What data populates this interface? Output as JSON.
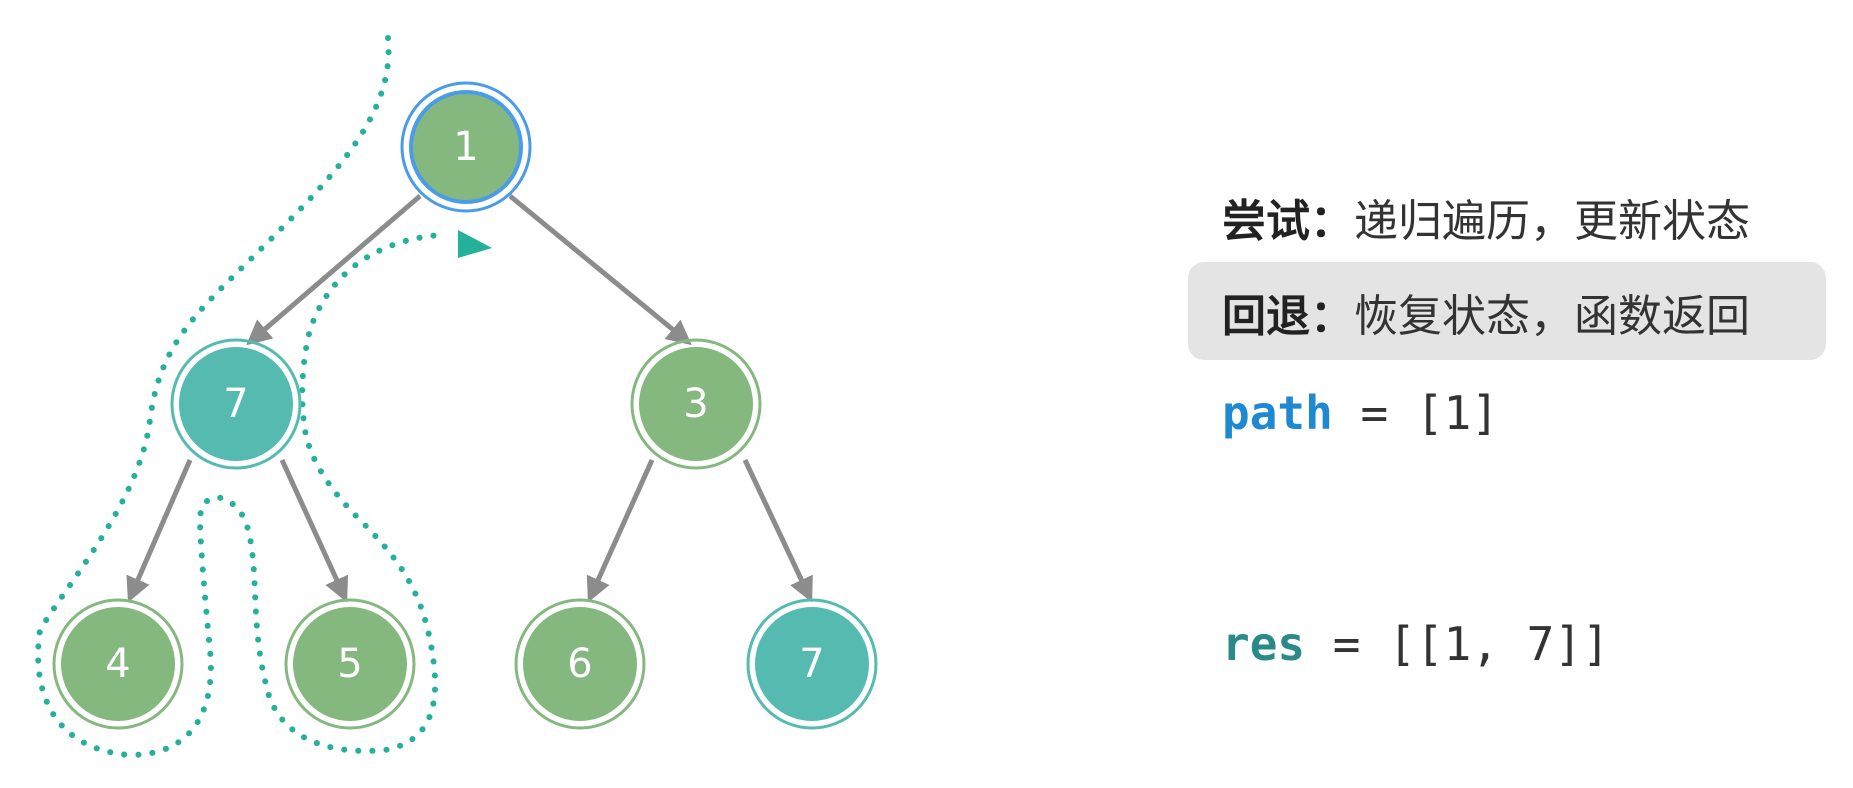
{
  "tree": {
    "nodes": [
      {
        "id": "root",
        "value": "1",
        "state": "current",
        "fill": "#85b87f"
      },
      {
        "id": "l",
        "value": "7",
        "state": "selected",
        "fill": "#55bbb0"
      },
      {
        "id": "r",
        "value": "3",
        "state": "normal",
        "fill": "#85b87f"
      },
      {
        "id": "ll",
        "value": "4",
        "state": "normal",
        "fill": "#85b87f"
      },
      {
        "id": "lr",
        "value": "5",
        "state": "normal",
        "fill": "#85b87f"
      },
      {
        "id": "rl",
        "value": "6",
        "state": "normal",
        "fill": "#85b87f"
      },
      {
        "id": "rr",
        "value": "7",
        "state": "selected",
        "fill": "#55bbb0"
      }
    ],
    "edge_color": "#8c8c8c",
    "path_color": "#25b09a",
    "current_ring_color": "#4a9be8"
  },
  "legend": {
    "try_label": "尝试：",
    "try_text": "递归遍历，更新状态",
    "back_label": "回退：",
    "back_text": "恢复状态，函数返回"
  },
  "state": {
    "path_name": "path",
    "path_eq": " = ",
    "path_value": "[1]",
    "res_name": "res",
    "res_eq": " = ",
    "res_value": "[[1, 7]]"
  },
  "colors": {
    "path_keyword": "#1e88d2",
    "res_keyword": "#2a8a8a",
    "highlight_bg": "#e4e4e4"
  }
}
